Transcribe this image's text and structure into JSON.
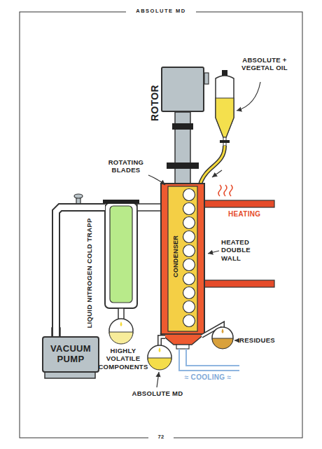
{
  "diagram": {
    "title": "ABSOLUTE MD",
    "nodes": [
      {
        "text": [
          "ROTOR"
        ]
      },
      {
        "text": [
          "LIQUID NITROGEN COLD TRAPP"
        ]
      },
      {
        "text": [
          "VACUUM PUMP"
        ]
      }
    ],
    "edges": [
      {
        "from": 2,
        "to": 1,
        "arrow": "none"
      }
    ],
    "labels": [
      "ABSOLUTE + VEGETAL OIL",
      "ROTATING BLADES",
      "HEATING",
      "CONDENSER",
      "HEATED DOUBLE WALL",
      "HIGHLY VOLATILE COMPONENTS",
      "ABSOLUTE MD",
      "RESIDUES",
      "≈ COOLING ≈",
      "72"
    ]
  }
}
